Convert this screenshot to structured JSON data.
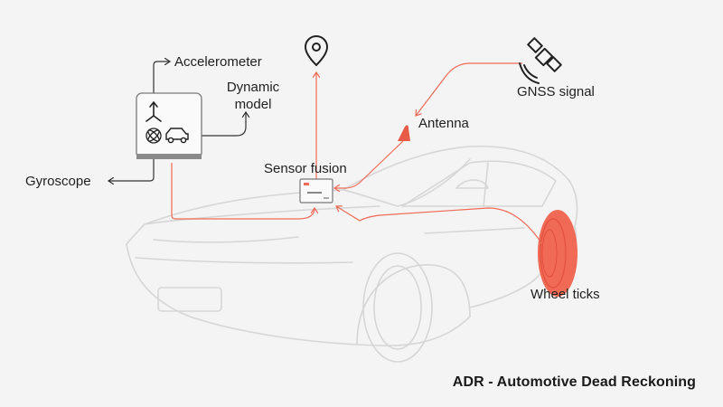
{
  "labels": {
    "accelerometer": "Accelerometer",
    "dynamic_model_line1": "Dynamic",
    "dynamic_model_line2": "model",
    "gyroscope": "Gyroscope",
    "sensor_fusion": "Sensor fusion",
    "antenna": "Antenna",
    "gnss_signal": "GNSS signal",
    "wheel_ticks": "Wheel ticks"
  },
  "footer_title": "ADR - Automotive Dead Reckoning",
  "colors": {
    "accent": "#f06a55",
    "line_dark": "#333333",
    "car_outline": "#d9d9d9",
    "background": "#f4f4f4"
  },
  "icons": [
    "location-pin-icon",
    "satellite-icon",
    "axes-icon",
    "gyroscope-icon",
    "car-icon",
    "antenna-icon",
    "sensor-fusion-chip-icon"
  ]
}
